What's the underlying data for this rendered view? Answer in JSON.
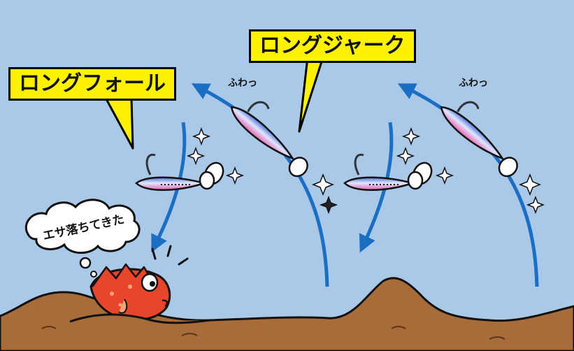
{
  "labels": {
    "long_fall": "ロングフォール",
    "long_jerk": "ロングジャーク"
  },
  "sound_effects": {
    "float_1": "ふわっ",
    "float_2": "ふわっ"
  },
  "speech_bubble": {
    "text": "エサ落ちてきた"
  },
  "colors": {
    "water": "#aac8e8",
    "seabed": "#a86c3a",
    "callout": "#fff200",
    "motion_arrow": "#1a6fc4",
    "jig_belly": "#e85fae",
    "fish": "#e8452a"
  }
}
